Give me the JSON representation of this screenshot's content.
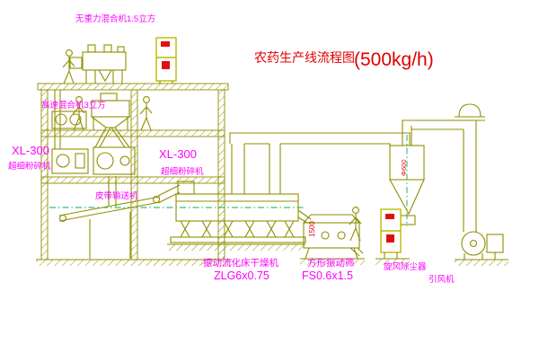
{
  "title": {
    "main": "农药生产线流程图",
    "capacity": "(500kg/h)"
  },
  "labels": {
    "gravity_mixer": "无重力混合机1.5立方",
    "high_speed_mixer": "高速混合机3立方",
    "pulverizer_left_model": "XL-300",
    "pulverizer_left_name": "超细粉碎机",
    "pulverizer_center_model": "XL-300",
    "pulverizer_center_name": "超细粉碎机",
    "belt_conveyor": "皮带输送机",
    "fluid_bed_dryer": "振动流化床干燥机",
    "fluid_bed_dryer_model": "ZLG6x0.75",
    "vibrating_sieve": "方形振动筛",
    "vibrating_sieve_model": "FS0.6x1.5",
    "dust_collector": "旋风除尘器",
    "induced_draft_fan": "引风机"
  },
  "dimensions": {
    "sieve_width": "1500",
    "cyclone_diameter": "Φ600"
  },
  "colors": {
    "equipment_line": "#8f8f00",
    "cabinet_line": "#bcbc00",
    "label_magenta": "#ff00ff",
    "title_red": "#e00000",
    "accent_red": "#e01010",
    "centerline_green": "#00b050",
    "background": "#ffffff"
  }
}
